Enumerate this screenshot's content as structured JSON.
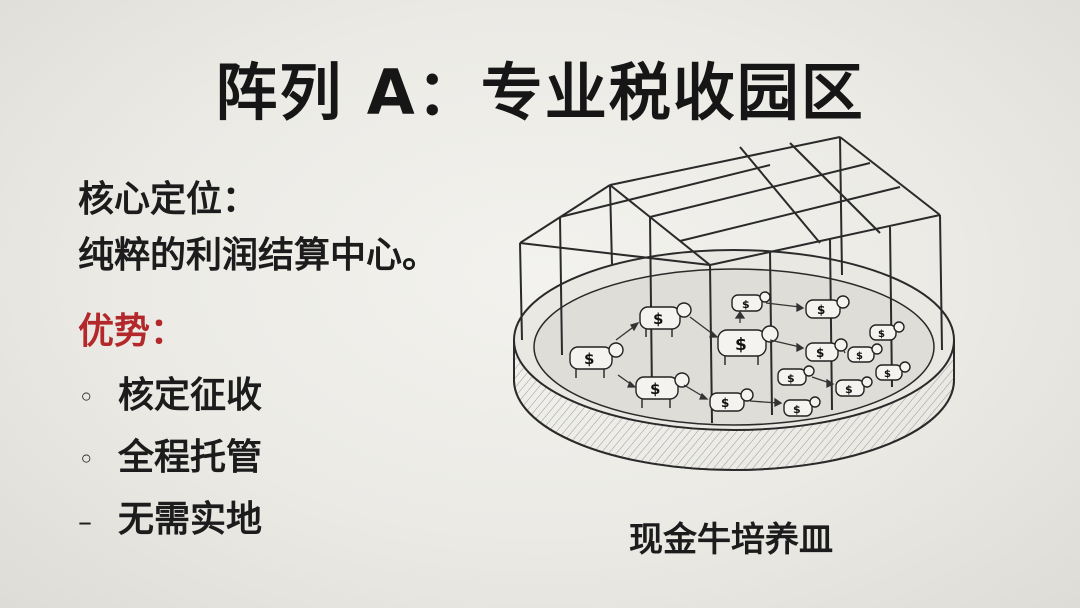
{
  "title": "阵列 A：专业税收园区",
  "positioning": {
    "heading": "核心定位：",
    "text": "纯粹的利润结算中心。"
  },
  "advantages": {
    "heading": "优势：",
    "items": [
      {
        "mark": "◦",
        "label": "核定征收"
      },
      {
        "mark": "◦",
        "label": "全程托管"
      },
      {
        "mark": "–",
        "label": "无需实地"
      }
    ]
  },
  "illustration": {
    "caption": "现金牛培养皿",
    "coin_symbol": "$"
  },
  "colors": {
    "background": "#ebeae6",
    "text": "#1c1c1c",
    "accent": "#b3282b"
  }
}
